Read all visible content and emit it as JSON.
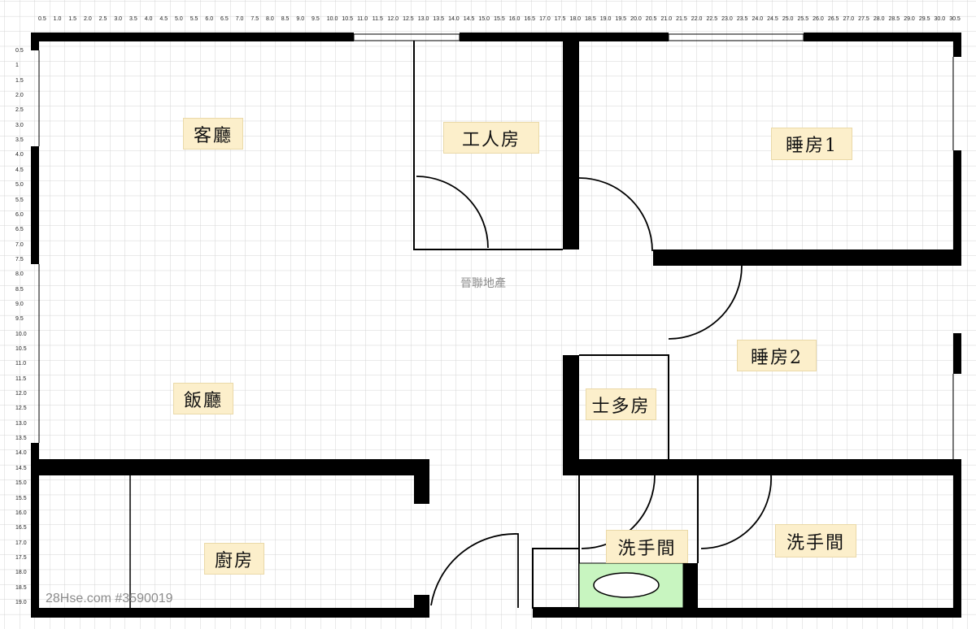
{
  "title": "Floor plan",
  "rooms": {
    "living_room": "客廳",
    "dining_room": "飯廳",
    "kitchen": "廚房",
    "worker_room": "工人房",
    "bedroom1": "睡房1",
    "bedroom2": "睡房2",
    "store_room": "士多房",
    "bathroom1": "洗手間",
    "bathroom2": "洗手間"
  },
  "watermarks": {
    "agency": "晉聯地產",
    "listing": "28Hse.com #3590019"
  },
  "axis": {
    "top": [
      "0.5",
      "1.0",
      "1.5",
      "2.0",
      "2.5",
      "3.0",
      "3.5",
      "4.0",
      "4.5",
      "5.0",
      "5.5",
      "6.0",
      "6.5",
      "7.0",
      "7.5",
      "8.0",
      "8.5",
      "9.0",
      "9.5",
      "10.0",
      "10.5",
      "11.0",
      "11.5",
      "12.0",
      "12.5",
      "13.0",
      "13.5",
      "14.0",
      "14.5",
      "15.0",
      "15.5",
      "16.0",
      "16.5",
      "17.0",
      "17.5",
      "18.0",
      "18.5",
      "19.0",
      "19.5",
      "20.0",
      "20.5",
      "21.0",
      "21.5",
      "22.0",
      "22.5",
      "23.0",
      "23.5",
      "24.0",
      "24.5",
      "25.0",
      "25.5",
      "26.0",
      "26.5",
      "27.0",
      "27.5",
      "28.0",
      "28.5",
      "29.0",
      "29.5",
      "30.0",
      "30.5"
    ],
    "left": [
      "0.5",
      "1",
      "1.5",
      "2.0",
      "2.5",
      "3.0",
      "3.5",
      "4.0",
      "4.5",
      "5.0",
      "5.5",
      "6.0",
      "6.5",
      "7.0",
      "7.5",
      "8.0",
      "8.5",
      "9.0",
      "9.5",
      "10.0",
      "10.5",
      "11.0",
      "11.5",
      "12.0",
      "12.5",
      "13.0",
      "13.5",
      "14.0",
      "14.5",
      "15.0",
      "15.5",
      "16.0",
      "16.5",
      "17.0",
      "17.5",
      "18.0",
      "18.5",
      "19.0"
    ]
  },
  "colors": {
    "grid": "#d4d4d4",
    "wall": "#000000",
    "label_bg": "#fcefcb",
    "fixture": "#c8f5c0"
  }
}
